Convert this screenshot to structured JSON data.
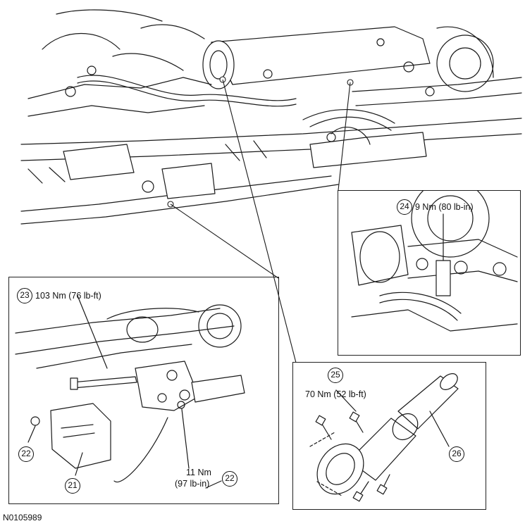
{
  "figure_id": "N0105989",
  "callouts": {
    "c21": "21",
    "c22a": "22",
    "c22b": "22",
    "c23": "23",
    "c24": "24",
    "c25": "25",
    "c26": "26"
  },
  "torque_specs": {
    "spec23": "103 Nm (76 lb-ft)",
    "spec24": "9 Nm (80 lb-in)",
    "spec25": "70 Nm (52 lb-ft)",
    "spec22_line1": "11 Nm",
    "spec22_line2": "(97 lb-in)"
  },
  "colors": {
    "line": "#1a1a1a",
    "fill": "#ffffff",
    "shade": "#d9d9d9"
  }
}
